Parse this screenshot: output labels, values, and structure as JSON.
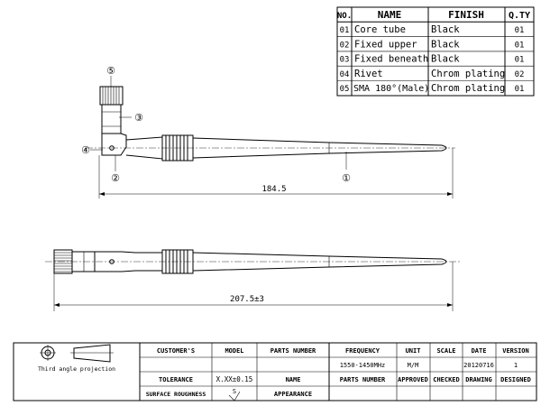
{
  "bom": {
    "headers": [
      "NO.",
      "NAME",
      "FINISH",
      "Q.TY"
    ],
    "rows": [
      [
        "01",
        "Core tube",
        "Black",
        "01"
      ],
      [
        "02",
        "Fixed upper",
        "Black",
        "01"
      ],
      [
        "03",
        "Fixed beneath",
        "Black",
        "01"
      ],
      [
        "04",
        "Rivet",
        "Chrom plating",
        "02"
      ],
      [
        "05",
        "SMA 180°(Male)",
        "Chrom plating",
        "01"
      ]
    ]
  },
  "callouts": [
    "①",
    "②",
    "③",
    "④",
    "⑤"
  ],
  "dimensions": {
    "top_length": "184.5",
    "bottom_length": "207.5±3"
  },
  "title_block": {
    "projection_label": "Third angle projection",
    "row1": [
      "CUSTOMER'S",
      "MODEL",
      "PARTS NUMBER",
      "FREQUENCY",
      "UNIT",
      "SCALE",
      "DATE",
      "VERSION"
    ],
    "row2": [
      "",
      "",
      "",
      "1550-1450MHz",
      "M/M",
      "",
      "20120716",
      "1"
    ],
    "row3_left": [
      "TOLERANCE",
      "X.XX±0.15",
      "NAME"
    ],
    "row3_right": [
      "PARTS NUMBER",
      "APPROVED",
      "CHECKED",
      "DRAWING",
      "DESIGNED"
    ],
    "row4": [
      "SURFACE ROUGHNESS",
      "",
      "APPEARANCE"
    ],
    "roughness_symbol": "S"
  }
}
